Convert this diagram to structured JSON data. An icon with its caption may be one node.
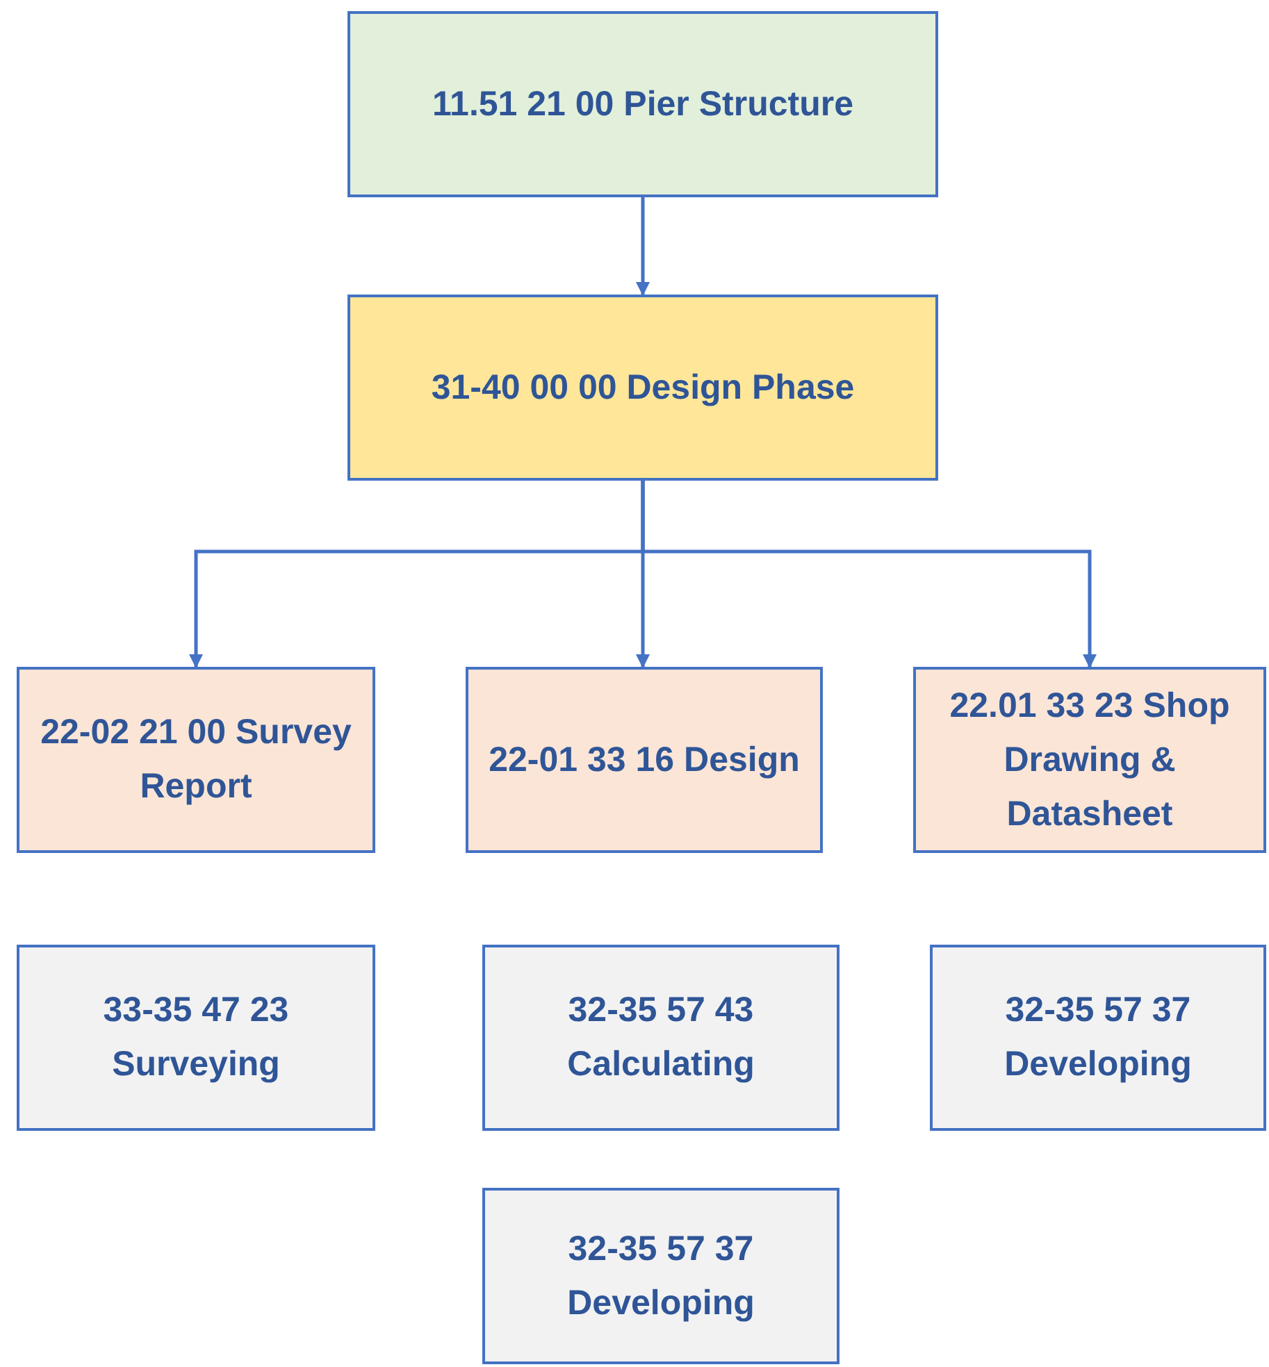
{
  "diagram": {
    "nodes": [
      {
        "text": [
          "11.51 21 00 Pier Structure"
        ]
      },
      {
        "text": [
          "31-40 00 00 Design Phase"
        ]
      },
      {
        "text": [
          "22-02 21 00 Survey Report"
        ]
      },
      {
        "text": [
          "22-01 33 16 Design"
        ]
      },
      {
        "text": [
          "22.01 33 23 Shop Drawing & Datasheet"
        ]
      },
      {
        "text": [
          "33-35 47 23 Surveying"
        ]
      },
      {
        "text": [
          "32-35 57 43 Calculating"
        ]
      },
      {
        "text": [
          "32-35 57 37 Developing"
        ]
      },
      {
        "text": [
          "32-35 57 37 Developing"
        ]
      }
    ],
    "edges": [
      {
        "from": 0,
        "to": 1,
        "arrow": "to"
      },
      {
        "from": 1,
        "to": 2,
        "arrow": "to"
      },
      {
        "from": 1,
        "to": 3,
        "arrow": "to"
      },
      {
        "from": 1,
        "to": 4,
        "arrow": "to"
      }
    ]
  }
}
